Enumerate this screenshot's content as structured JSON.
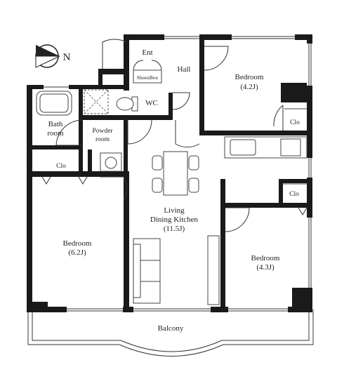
{
  "compass": {
    "north_label": "N",
    "icon": "north-arrow-icon"
  },
  "rooms": {
    "entrance": "Ent",
    "shoes_box": "ShoesBox",
    "hall": "Hall",
    "bedroom_ne": {
      "name": "Bedroom",
      "size": "(4.2J)"
    },
    "wc": "WC",
    "bath": {
      "line1": "Bath",
      "line2": "room"
    },
    "powder": {
      "line1": "Powder",
      "line2": "room"
    },
    "closet_bath": "Clo",
    "closet_ne": "Clo",
    "closet_se": "Clo",
    "ldk": {
      "line1": "Living",
      "line2": "Dining Kitchen",
      "line3": "(11.5J)"
    },
    "bedroom_w": {
      "name": "Bedroom",
      "size": "(6.2J)"
    },
    "bedroom_e": {
      "name": "Bedroom",
      "size": "(4.3J)"
    },
    "balcony": "Balcony"
  },
  "colors": {
    "wall": "#1a1a1a",
    "line": "#333333",
    "background": "#ffffff"
  }
}
